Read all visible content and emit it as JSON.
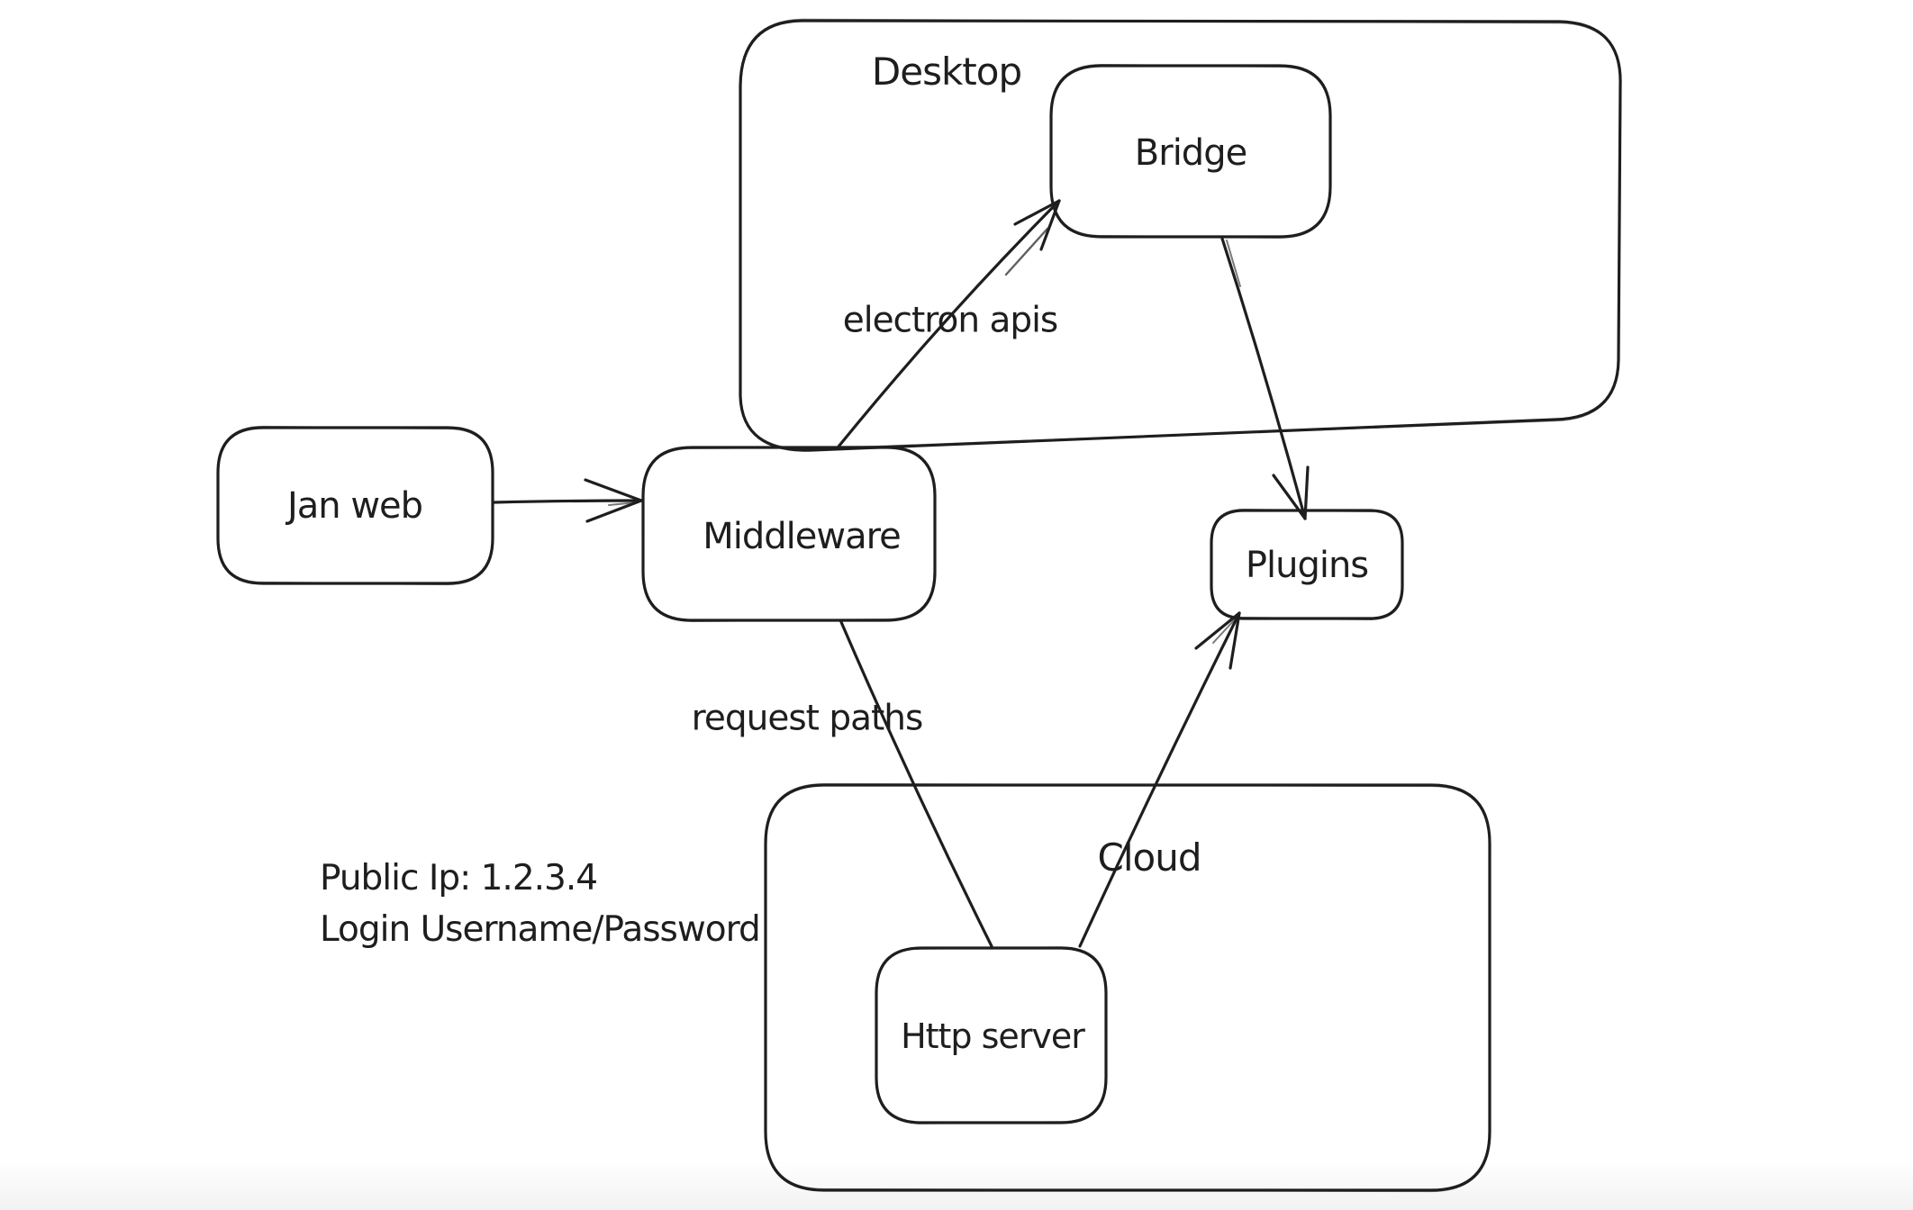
{
  "canvas": {
    "background": "#ffffff",
    "ink_color": "#1e1e1e"
  },
  "containers": {
    "desktop": {
      "label": "Desktop"
    },
    "cloud": {
      "label": "Cloud"
    }
  },
  "nodes": {
    "jan_web": {
      "label": "Jan web"
    },
    "middleware": {
      "label": "Middleware"
    },
    "bridge": {
      "label": "Bridge"
    },
    "plugins": {
      "label": "Plugins"
    },
    "http_server": {
      "label": "Http server"
    }
  },
  "edges": [
    {
      "id": "jan-web-to-middleware",
      "from": "Jan web",
      "to": "Middleware",
      "label": "",
      "arrowhead": "end"
    },
    {
      "id": "middleware-to-bridge",
      "from": "Middleware",
      "to": "Bridge",
      "label": "electron apis",
      "arrowhead": "end"
    },
    {
      "id": "bridge-to-plugins",
      "from": "Bridge",
      "to": "Plugins",
      "label": "",
      "arrowhead": "end"
    },
    {
      "id": "middleware-to-http-server",
      "from": "Middleware",
      "to": "Http server",
      "label": "request paths",
      "arrowhead": "none"
    },
    {
      "id": "http-server-to-plugins",
      "from": "Http server",
      "to": "Plugins",
      "label": "",
      "arrowhead": "end"
    }
  ],
  "annotations": {
    "public_ip": "Public Ip: 1.2.3.4",
    "login": "Login Username/Password"
  }
}
